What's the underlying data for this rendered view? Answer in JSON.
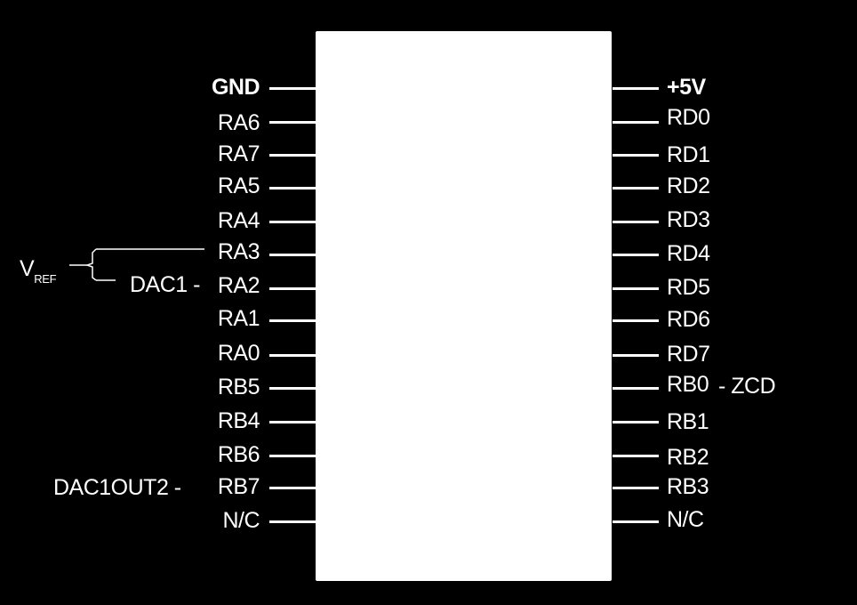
{
  "left_pins": [
    {
      "label": "GND",
      "bold": true
    },
    {
      "label": "RA6"
    },
    {
      "label": "RA7"
    },
    {
      "label": "RA5"
    },
    {
      "label": "RA4"
    },
    {
      "label": "RA3"
    },
    {
      "label": "RA2"
    },
    {
      "label": "RA1"
    },
    {
      "label": "RA0"
    },
    {
      "label": "RB5"
    },
    {
      "label": "RB4"
    },
    {
      "label": "RB6"
    },
    {
      "label": "RB7"
    },
    {
      "label": "N/C"
    }
  ],
  "right_pins": [
    {
      "label": "+5V",
      "bold": true
    },
    {
      "label": "RD0"
    },
    {
      "label": "RD1"
    },
    {
      "label": "RD2"
    },
    {
      "label": "RD3"
    },
    {
      "label": "RD4"
    },
    {
      "label": "RD5"
    },
    {
      "label": "RD6"
    },
    {
      "label": "RD7"
    },
    {
      "label": "RB0"
    },
    {
      "label": "RB1"
    },
    {
      "label": "RB2"
    },
    {
      "label": "RB3"
    },
    {
      "label": "N/C"
    }
  ],
  "annotations": {
    "vref_main": "V",
    "vref_sub": "REF",
    "dac1": "DAC1 -",
    "zcd": "- ZCD",
    "dac1out2": "DAC1OUT2 -"
  }
}
